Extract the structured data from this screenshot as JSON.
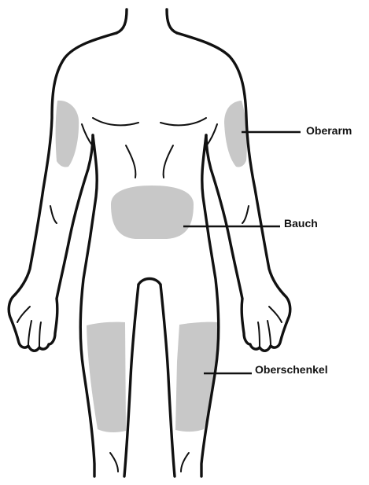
{
  "labels": {
    "upper_arm": "Oberarm",
    "abdomen": "Bauch",
    "thigh": "Oberschenkel"
  },
  "colors": {
    "outline": "#111111",
    "injection_zone": "#c8c8c8",
    "background": "#ffffff"
  }
}
